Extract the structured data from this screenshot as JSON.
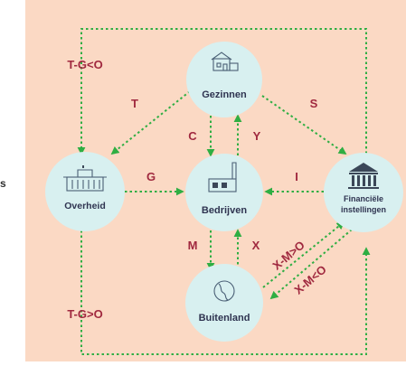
{
  "colors": {
    "background": "#fbd9c4",
    "node_fill": "#d8f0f0",
    "arrow": "#2fae43",
    "flow_label": "#a0293f",
    "node_label": "#2e3350"
  },
  "stray_mark": "s",
  "nodes": {
    "gezinnen": {
      "label": "Gezinnen",
      "icon": "house-icon"
    },
    "overheid": {
      "label": "Overheid",
      "icon": "government-building-icon"
    },
    "bedrijven": {
      "label": "Bedrijven",
      "icon": "factory-icon"
    },
    "financiele": {
      "label_line1": "Financiële",
      "label_line2": "instellingen",
      "icon": "bank-icon"
    },
    "buitenland": {
      "label": "Buitenland",
      "icon": "globe-icon"
    }
  },
  "flows": {
    "t_g_lt_o": "T-G<O",
    "t": "T",
    "s": "S",
    "c": "C",
    "y": "Y",
    "g": "G",
    "i": "I",
    "m": "M",
    "x": "X",
    "x_m_gt_o": "X-M>O",
    "x_m_lt_o": "X-M<O",
    "t_g_gt_o": "T-G>O"
  }
}
